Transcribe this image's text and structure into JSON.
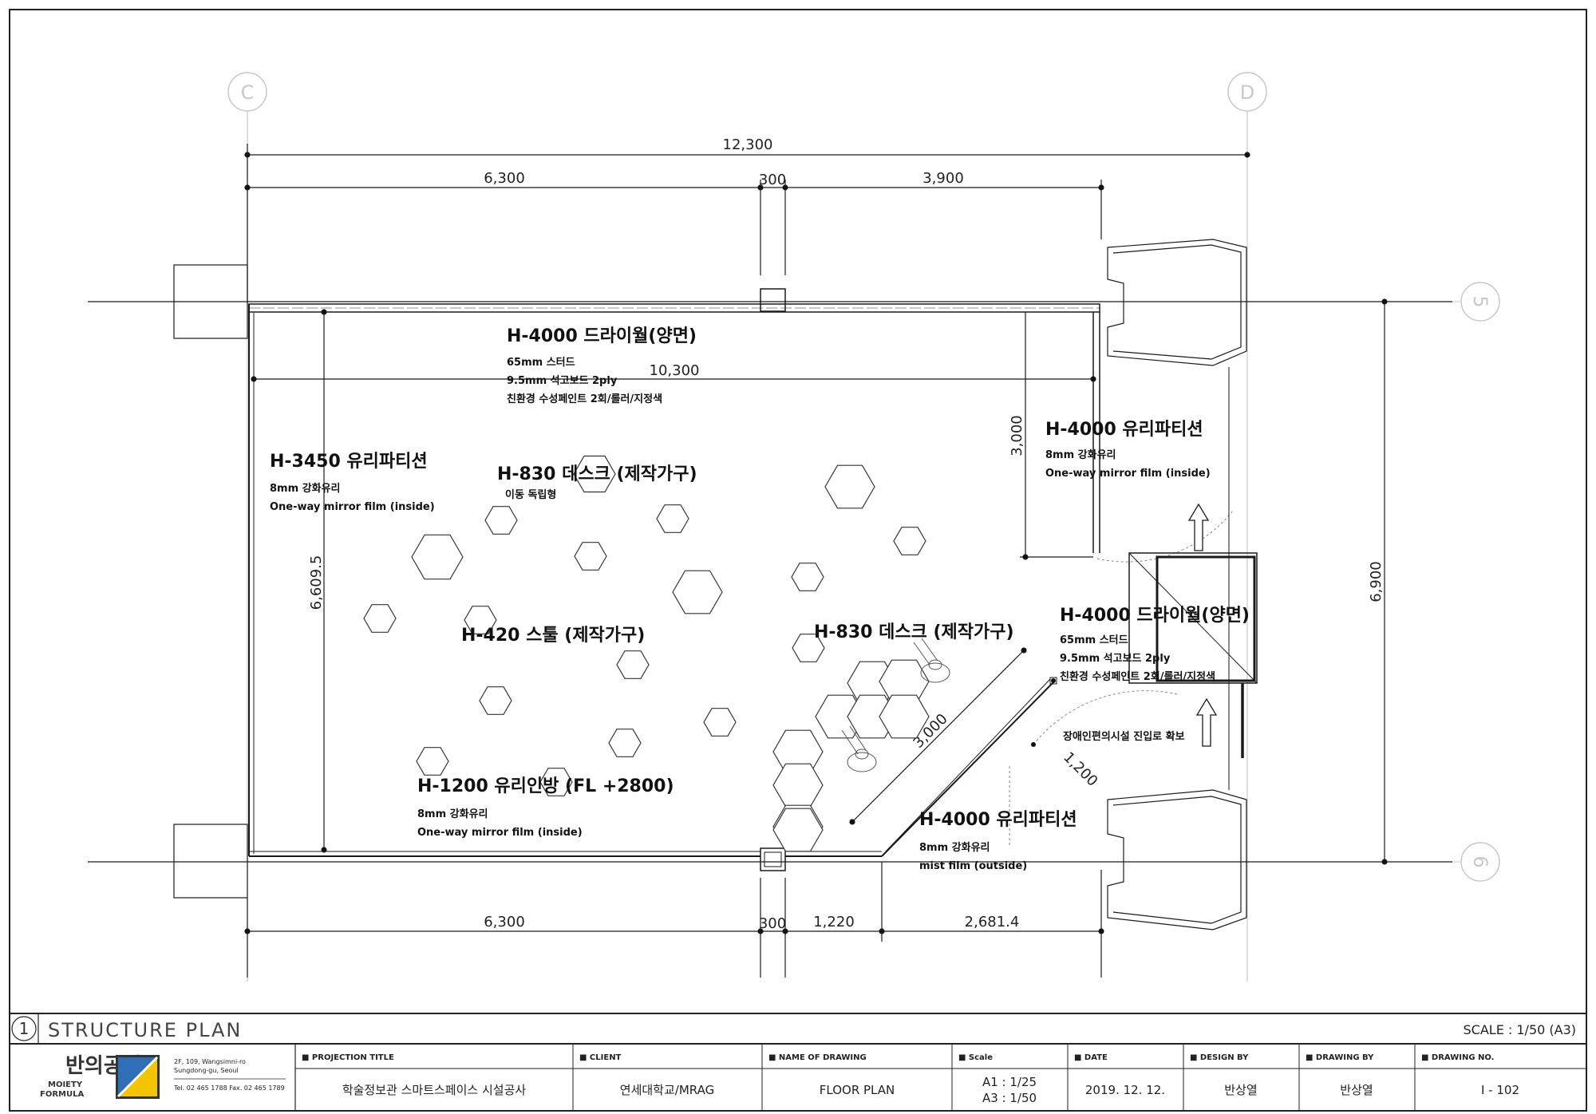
{
  "grid_labels": {
    "c": "C",
    "d": "D",
    "row5": "5",
    "row6": "6"
  },
  "dimensions": {
    "top_total": "12,300",
    "top_left": "6,300",
    "top_mid": "300",
    "top_right": "3,900",
    "inner_width": "10,300",
    "right_partition": "3,000",
    "left_height": "6,609.5",
    "right_height": "6,900",
    "diag_length": "3,000",
    "door_width": "1,200",
    "bottom_left": "6,300",
    "bottom_mid": "300",
    "bottom_a": "1,220",
    "bottom_b": "2,681.4"
  },
  "annotations": [
    {
      "title": "H-4000 드라이월(양면)",
      "lines": [
        "65mm 스터드",
        "9.5mm 석고보드 2ply",
        "친환경 수성페인트 2회/롤러/지정색"
      ]
    },
    {
      "title": "H-4000 유리파티션",
      "lines": [
        "8mm 강화유리",
        "One-way mirror film (inside)"
      ]
    },
    {
      "title": "H-3450 유리파티션",
      "lines": [
        "8mm 강화유리",
        "One-way mirror film (inside)"
      ]
    },
    {
      "title": "H-830 데스크 (제작가구)",
      "lines": [
        "이동 독립형"
      ]
    },
    {
      "title": "H-420 스툴 (제작가구)",
      "lines": []
    },
    {
      "title": "H-830 데스크 (제작가구)",
      "lines": []
    },
    {
      "title": "H-4000 드라이월(양면)",
      "lines": [
        "65mm 스터드",
        "9.5mm 석고보드 2ply",
        "친환경 수성페인트 2회/롤러/지정색"
      ]
    },
    {
      "title": "H-1200 유리인방 (FL +2800)",
      "lines": [
        "8mm 강화유리",
        "One-way mirror film (inside)"
      ]
    },
    {
      "title": "H-4000 유리파티션",
      "lines": [
        "8mm 강화유리",
        "mist film (outside)"
      ]
    }
  ],
  "accessibility_note": "장애인편의시설 진입로 확보",
  "title_bar": {
    "number": "1",
    "title": "STRUCTURE  PLAN",
    "scale": "SCALE : 1/50 (A3)"
  },
  "title_block": {
    "logo_korean": "반의공식",
    "logo_english_1": "MOIETY",
    "logo_english_2": "FORMULA",
    "address_1": "2F, 109, Wangsimni-ro",
    "address_2": "Sungdong-gu, Seoul",
    "contact": "Tel. 02 465 1788 Fax. 02 465 1789",
    "fields": [
      {
        "label": "■ PROJECTION TITLE",
        "value": "학술정보관 스마트스페이스 시설공사"
      },
      {
        "label": "■ CLIENT",
        "value": "연세대학교/MRAG"
      },
      {
        "label": "■ NAME OF DRAWING",
        "value": "FLOOR PLAN"
      },
      {
        "label": "■ Scale",
        "value": "A1 : 1/25",
        "value2": "A3 : 1/50"
      },
      {
        "label": "■ DATE",
        "value": "2019. 12. 12."
      },
      {
        "label": "■ DESIGN BY",
        "value": "반상열"
      },
      {
        "label": "■ DRAWING BY",
        "value": "반상열"
      },
      {
        "label": "■ DRAWING NO.",
        "value": "I - 102"
      }
    ]
  },
  "colors": {
    "line": "#1a1a1a",
    "grid": "#c8c8c8",
    "logo_blue": "#2f6fb7",
    "logo_yellow": "#f2c500",
    "logo_dark": "#333333"
  }
}
